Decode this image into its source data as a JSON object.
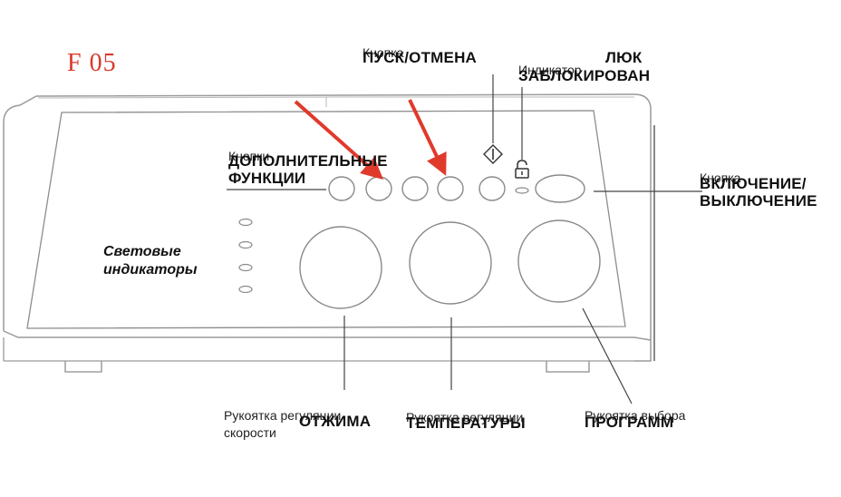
{
  "error_code": "F 05",
  "labels": {
    "start_cancel": {
      "small": "Кнопка",
      "big": "ПУСК/ОТМЕНА"
    },
    "door_locked": {
      "big_line1": "ЛЮК",
      "small": "Индикатор",
      "big_line2": "ЗАБЛОКИРОВАН"
    },
    "extra_functions": {
      "small": "Кнопки",
      "big_line1": "ДОПОЛНИТЕЛЬНЫЕ",
      "big_line2": "ФУНКЦИИ"
    },
    "power": {
      "small": "Кнопка",
      "big_line1": "ВКЛЮЧЕНИЕ/",
      "big_line2": "ВЫКЛЮЧЕНИЕ"
    },
    "light_indicators": {
      "line1": "Световые",
      "line2": "индикаторы"
    },
    "spin": {
      "small_line1": "Рукоятка регуляции",
      "small_line2": "скорости",
      "big": "ОТЖИМА"
    },
    "temperature": {
      "small": "Рукоятка регуляции",
      "big": "ТЕМПЕРАТУРЫ"
    },
    "program": {
      "small": "Рукоятка выбора",
      "big": "ПРОГРАММ"
    }
  },
  "colors": {
    "arrow": "#e03a2c",
    "code": "#d9382c",
    "outline": "#9a9a9a",
    "text": "#111111"
  },
  "icons": {
    "start": "diamond-start-icon",
    "lock": "padlock-icon"
  }
}
